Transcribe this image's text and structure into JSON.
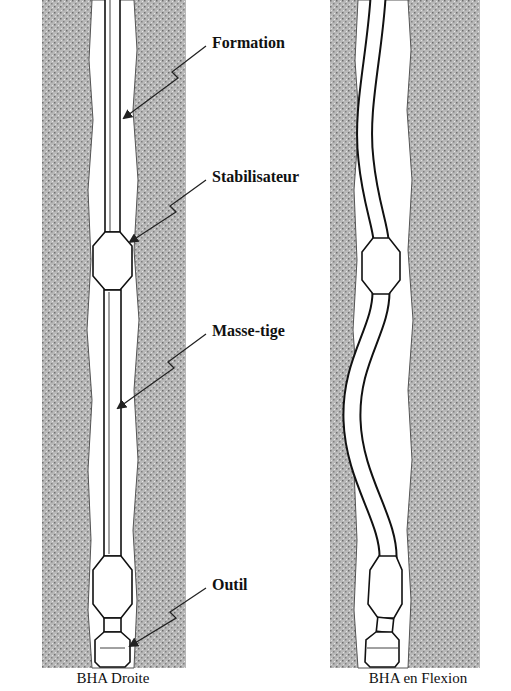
{
  "diagram": {
    "labels": [
      "Formation",
      "Stabilisateur",
      "Masse-tige",
      "Outil",
      "BHA Droite",
      "BHA en Flexion"
    ]
  }
}
